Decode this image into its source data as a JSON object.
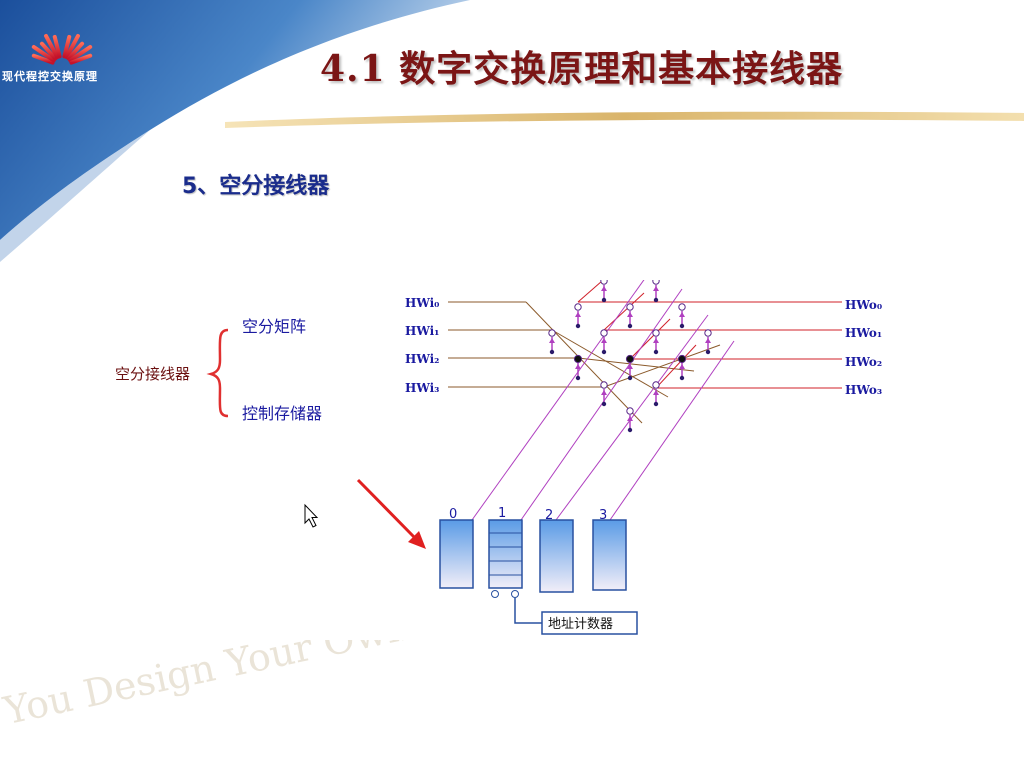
{
  "slide": {
    "title": "4.1  数字交换原理和基本接线器",
    "logo_text": "现代程控交换原理",
    "section_heading": "5、空分接线器",
    "watermark": "You Design Your Own Future"
  },
  "diagram": {
    "switch_label": "空分接线器",
    "branch_top": "空分矩阵",
    "branch_bottom": "控制存储器",
    "inputs": [
      "HWi₀",
      "HWi₁",
      "HWi₂",
      "HWi₃"
    ],
    "outputs": [
      "HWo₀",
      "HWo₁",
      "HWo₂",
      "HWo₃"
    ],
    "memory_indices": [
      "0",
      "1",
      "2",
      "3"
    ],
    "counter_label": "地址计数器",
    "closed_crosspoints": [
      [
        0,
        1
      ],
      [
        1,
        2
      ],
      [
        2,
        3
      ]
    ]
  },
  "colors": {
    "title": "#7b1515",
    "heading": "#1a2c8c",
    "header_blue": "#1b4f9c",
    "input_lines": "#8b5a2b",
    "output_lines": "#d0202a",
    "control_lines": "#b040c0",
    "memory_fill_top": "#5a9be6",
    "memory_fill_bottom": "#f2eef8",
    "brace": "#e03030",
    "arrow": "#e02020",
    "diagram_text": "#1a1aa0",
    "switch_label": "#6b1010"
  }
}
